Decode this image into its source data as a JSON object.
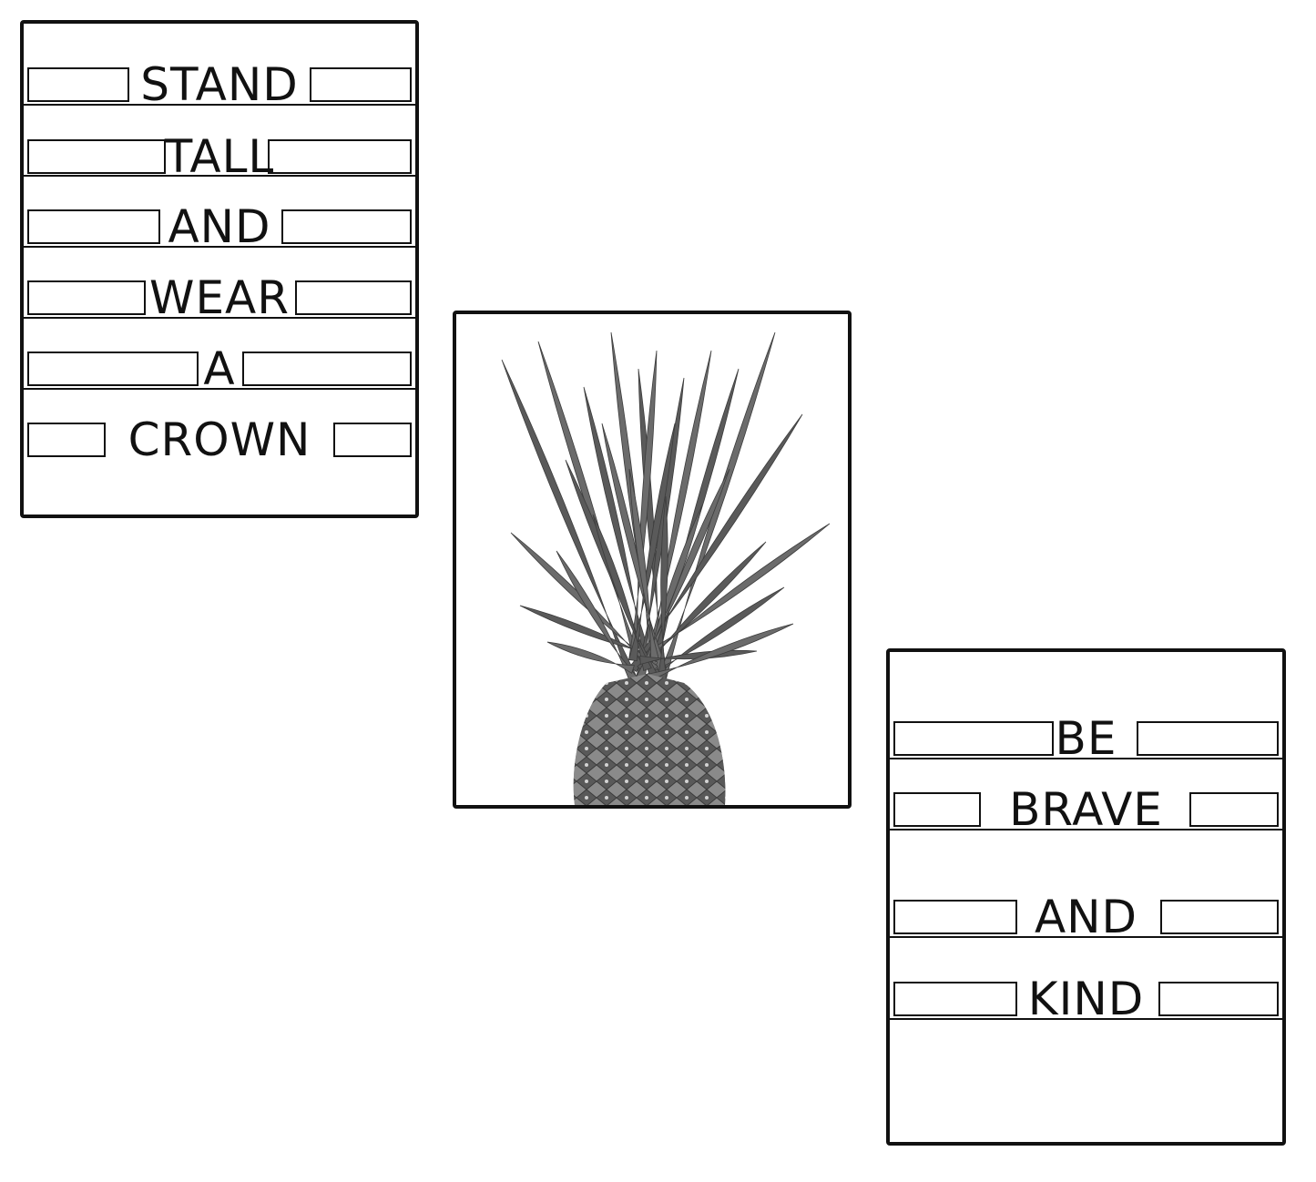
{
  "posters": {
    "left": {
      "words": [
        "STAND",
        "TALL",
        "AND",
        "WEAR",
        "A",
        "CROWN"
      ]
    },
    "middle": {
      "image": "pineapple-photo"
    },
    "right": {
      "words": [
        "BE",
        "BRAVE",
        "AND",
        "KIND"
      ]
    }
  },
  "colors": {
    "ink": "#111111",
    "paper": "#ffffff",
    "leaf": "#6b6b6b"
  }
}
